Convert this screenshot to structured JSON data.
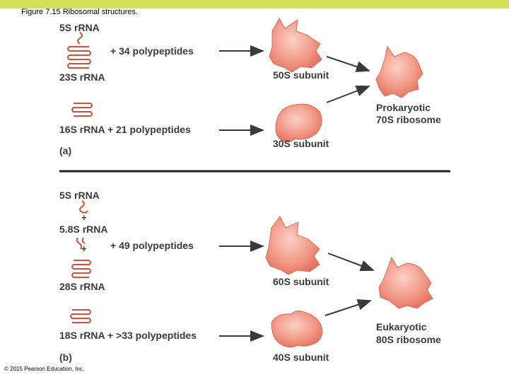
{
  "header": {
    "accent_color": "#d4e157"
  },
  "figure": {
    "title": "Figure 7.15 Ribosomal structures.",
    "copyright": "© 2015 Pearson Education, Inc."
  },
  "colors": {
    "subunit_fill": "#f08a78",
    "rna_stroke": "#d9503a",
    "arrow": "#3a3a3a",
    "divider": "#222222"
  },
  "panel_a": {
    "label": "(a)",
    "rna_5s": "5S rRNA",
    "poly_34": "+ 34 polypeptides",
    "rna_23s": "23S rRNA",
    "rna_16s_line": "16S rRNA + 21 polypeptides",
    "subunit_50s": "50S subunit",
    "subunit_30s": "30S subunit",
    "result_line1": "Prokaryotic",
    "result_line2": "70S ribosome"
  },
  "panel_b": {
    "label": "(b)",
    "rna_5s": "5S rRNA",
    "plus1": "+",
    "rna_58s": "5.8S rRNA",
    "plus2": "+",
    "poly_49": "+ 49 polypeptides",
    "rna_28s": "28S rRNA",
    "rna_18s_line": "18S rRNA + >33 polypeptides",
    "subunit_60s": "60S subunit",
    "subunit_40s": "40S subunit",
    "result_line1": "Eukaryotic",
    "result_line2": "80S ribosome"
  }
}
